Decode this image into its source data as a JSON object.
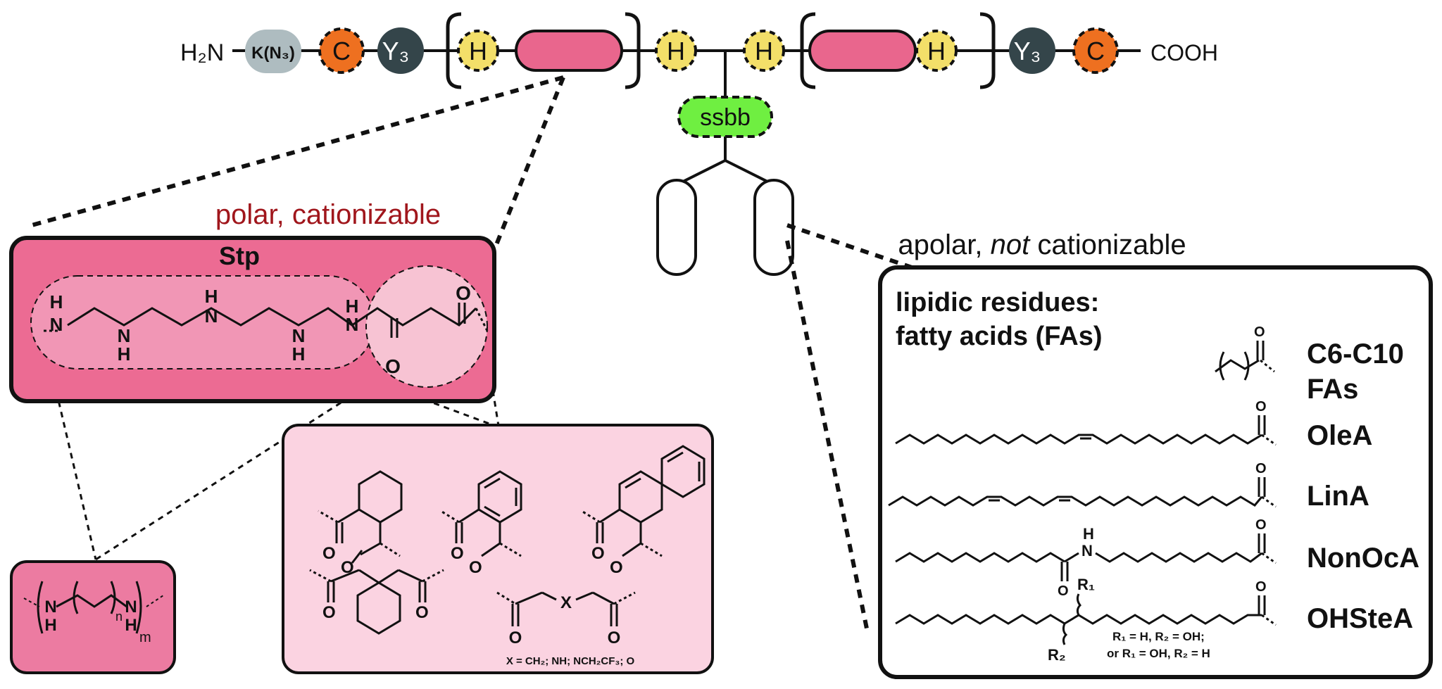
{
  "backbone": {
    "n_terminus": "H₂N",
    "c_terminus": "COOH",
    "lysine_label": "K(N₃)",
    "cys_label": "C",
    "tyr_label": "Y₃",
    "his_label": "H",
    "ssbb_label": "ssbb"
  },
  "stp_panel": {
    "polar_caption": "polar, cationizable",
    "title": "Stp",
    "nh_labels": [
      "H",
      "N",
      "N",
      "H",
      "H",
      "N",
      "N",
      "H",
      "N",
      "H"
    ],
    "o_top": "O",
    "o_bottom": "O"
  },
  "linker_panel": {
    "nh1": "N",
    "h1": "H",
    "nh2": "N",
    "h2": "H",
    "n_sub": "n",
    "m_sub": "m"
  },
  "diacid_panel": {
    "o_labels": [
      "O",
      "O",
      "O",
      "O",
      "O",
      "O",
      "O",
      "O"
    ],
    "x_label": "X",
    "x_caption": "X = CH₂; NH; NCH₂CF₃; O"
  },
  "fa_panel": {
    "apolar_caption_1": "apolar, ",
    "apolar_caption_italic": "not",
    "apolar_caption_2": " cationizable",
    "title_line1": "lipidic residues:",
    "title_line2": "fatty acids (FAs)",
    "items": [
      {
        "name_line1": "C6-C10",
        "name_line2": "FAs"
      },
      {
        "name_line1": "OleA"
      },
      {
        "name_line1": "LinA"
      },
      {
        "name_line1": "NonOcA"
      },
      {
        "name_line1": "OHSteA"
      }
    ],
    "o_label": "O",
    "nh_n": "N",
    "nh_h": "H",
    "r1": "R₁",
    "r2": "R₂",
    "r_note_1": "R₁ = H, R₂ = OH;",
    "r_note_2": "or R₁ = OH, R₂ = H"
  },
  "colors": {
    "stp_pink": "#e9668d",
    "stp_panel_pink": "#ec6b93",
    "light_pink_panel": "#fbd3e1",
    "cys_orange": "#ee7020",
    "tyr_dark": "#34454a",
    "his_yellow": "#f3df69",
    "lys_grey": "#aebcc0",
    "ssbb_green": "#6fef41",
    "caption_red": "#a0161c"
  }
}
